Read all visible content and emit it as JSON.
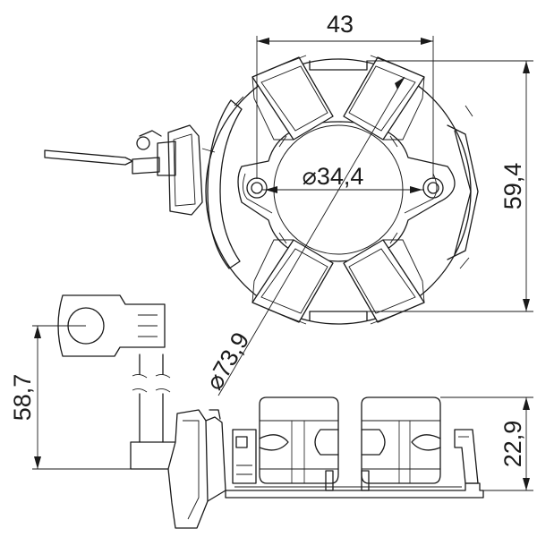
{
  "dimensions": {
    "top_width": "43",
    "right_height": "59,4",
    "inner_diameter": "⌀34,4",
    "outer_diameter": "⌀73,9",
    "left_height": "58,7",
    "side_height": "22,9"
  }
}
